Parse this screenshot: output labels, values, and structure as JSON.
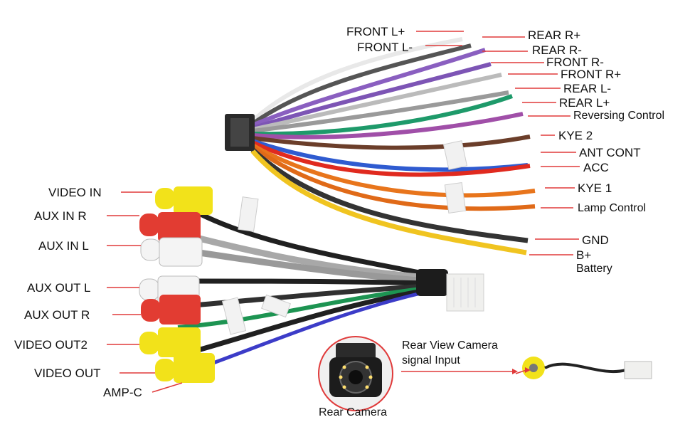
{
  "wire_labels_right": [
    {
      "text": "FRONT L+",
      "color": "#e05050"
    },
    {
      "text": "FRONT L-",
      "color": "#e05050"
    },
    {
      "text": "REAR R+",
      "color": "#e05050"
    },
    {
      "text": "REAR R-",
      "color": "#e05050"
    },
    {
      "text": "FRONT R-",
      "color": "#e05050"
    },
    {
      "text": "FRONT R+",
      "color": "#e05050"
    },
    {
      "text": "REAR L-",
      "color": "#e05050"
    },
    {
      "text": "REAR L+",
      "color": "#e05050"
    },
    {
      "text": "Reversing Control",
      "color": "#e05050"
    },
    {
      "text": "KYE 2",
      "color": "#e05050"
    },
    {
      "text": "ANT CONT",
      "color": "#e05050"
    },
    {
      "text": "ACC",
      "color": "#e05050"
    },
    {
      "text": "KYE 1",
      "color": "#e05050"
    },
    {
      "text": "Lamp Control",
      "color": "#e05050"
    },
    {
      "text": "GND",
      "color": "#e05050"
    },
    {
      "text": "B+",
      "color": "#e05050"
    },
    {
      "text": "Battery",
      "color": "#e05050"
    }
  ],
  "rca_labels_left": [
    {
      "text": "VIDEO IN"
    },
    {
      "text": "AUX IN R"
    },
    {
      "text": "AUX IN L"
    },
    {
      "text": "AUX OUT L"
    },
    {
      "text": "AUX OUT R"
    },
    {
      "text": "VIDEO OUT2"
    },
    {
      "text": "VIDEO OUT"
    },
    {
      "text": "AMP-C"
    }
  ],
  "camera": {
    "caption": "Rear Camera",
    "signal_line1": "Rear View Camera",
    "signal_line2": "signal Input"
  },
  "colors": {
    "pointer": "#e03a3a",
    "rca_yellow": "#f2e21a",
    "rca_red": "#e23c32",
    "rca_white": "#f4f4f4",
    "connector_black": "#2a2a2a",
    "connector_white": "#f0f0ee"
  }
}
